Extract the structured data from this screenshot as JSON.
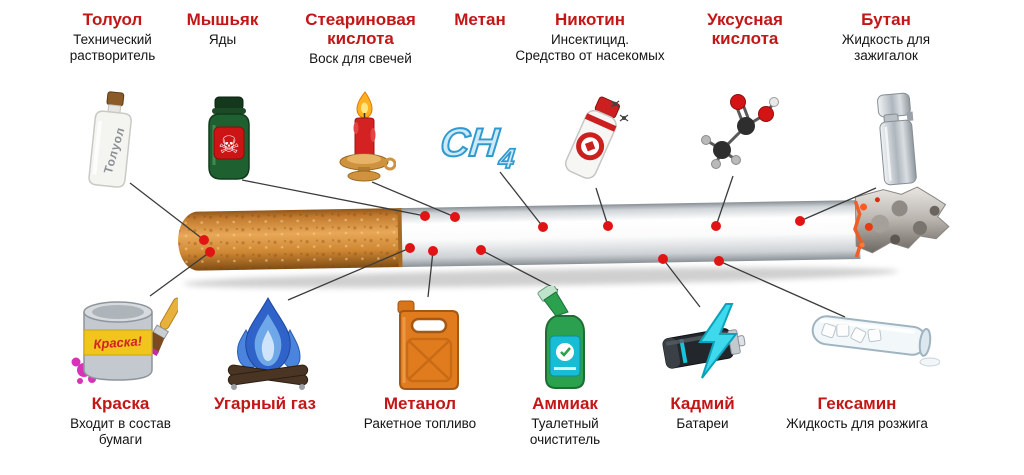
{
  "colors": {
    "title": "#c31616",
    "subtitle": "#141414",
    "dot": "#e01414",
    "line": "#3c3c3c"
  },
  "top_items": [
    {
      "title": "Толуол",
      "subtitle": "Технический растворитель"
    },
    {
      "title": "Мышьяк",
      "subtitle": "Яды"
    },
    {
      "title": "Стеариновая кислота",
      "subtitle": "Воск для свечей"
    },
    {
      "title": "Метан",
      "subtitle": ""
    },
    {
      "title": "Никотин",
      "subtitle": "Инсектицид.",
      "subtitle2": "Средство от насекомых"
    },
    {
      "title": "Уксусная кислота",
      "subtitle": ""
    },
    {
      "title": "Бутан",
      "subtitle": "Жидкость для зажигалок"
    }
  ],
  "bottom_items": [
    {
      "title": "Краска",
      "subtitle": "Входит в состав бумаги"
    },
    {
      "title": "Угарный газ",
      "subtitle": ""
    },
    {
      "title": "Метанол",
      "subtitle": "Ракетное топливо"
    },
    {
      "title": "Аммиак",
      "subtitle": "Туалетный очиститель"
    },
    {
      "title": "Кадмий",
      "subtitle": "Батареи"
    },
    {
      "title": "Гексамин",
      "subtitle": "Жидкость для розжига"
    }
  ],
  "icon_text": {
    "toluene_label": "Толуол",
    "skull": "☠",
    "methane_formula": "CH",
    "methane_sub": "4",
    "paint_label": "Краска!"
  }
}
